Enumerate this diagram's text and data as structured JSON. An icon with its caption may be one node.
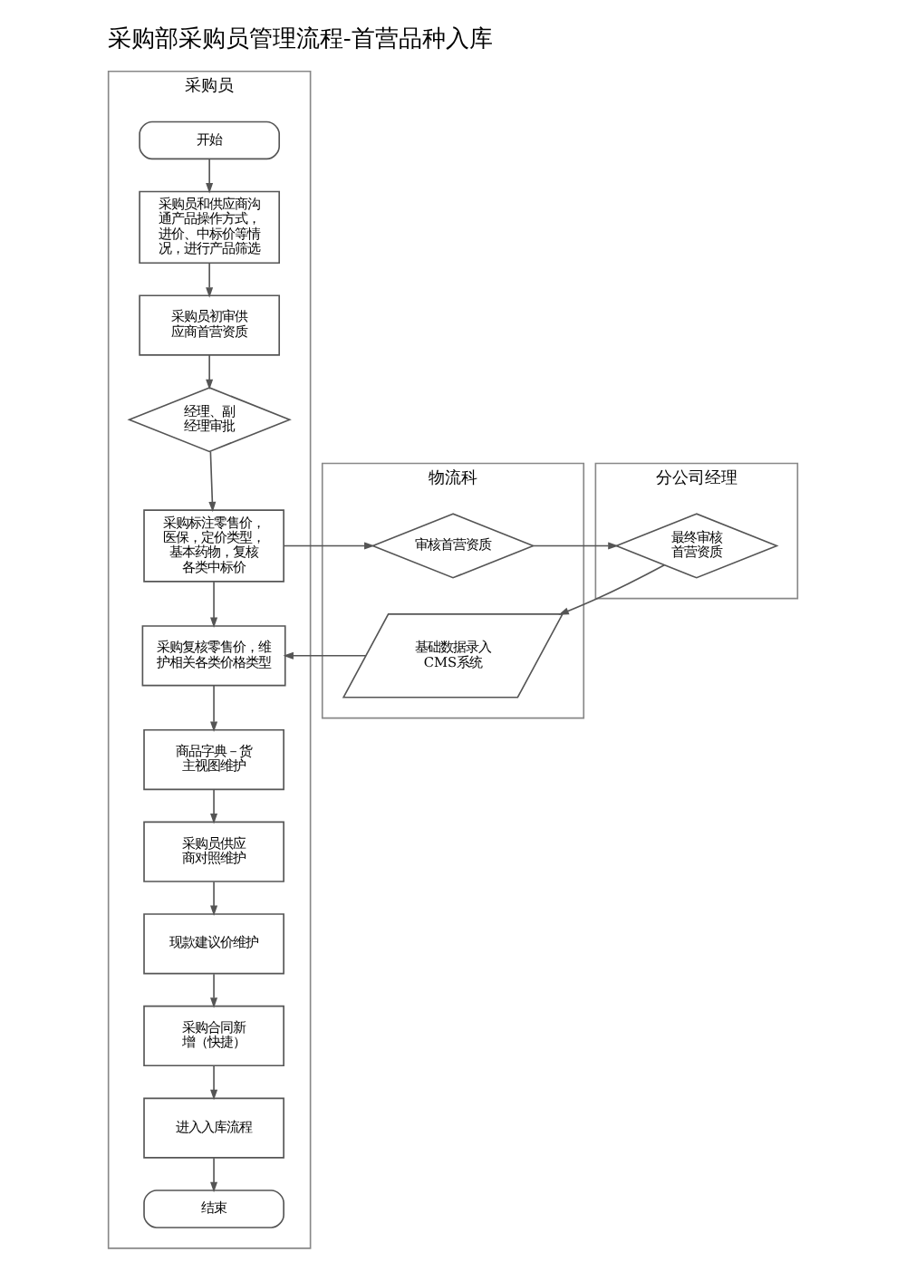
{
  "diagram": {
    "title": "采购部采购员管理流程-首营品种入库",
    "nodes": [
      {
        "text": [
          "采购员"
        ]
      },
      {
        "text": [
          "物流科"
        ]
      },
      {
        "text": [
          "分公司经理"
        ]
      },
      {
        "text": [
          "开始"
        ],
        "in": 0
      },
      {
        "text": [
          "采购员和供应商沟通产品操作方式，进价、中标价等情况，进行产品筛选"
        ],
        "in": 0
      },
      {
        "text": [
          "采购员初审供应商首营资质"
        ],
        "in": 0
      },
      {
        "text": [
          "经理、副经理审批"
        ],
        "in": 0
      },
      {
        "text": [
          "采购标注零售价，医保，定价类型，基本药物，复核各类中标价"
        ],
        "in": 0
      },
      {
        "text": [
          "审核首营资质"
        ],
        "in": 1
      },
      {
        "text": [
          "最终审核首营资质"
        ],
        "in": 2
      },
      {
        "text": [
          "基础数据录入CMS系统"
        ],
        "in": 1
      },
      {
        "text": [
          "采购复核零售价，维护相关各类价格类型"
        ],
        "in": 0
      },
      {
        "text": [
          "商品字典－货主视图维护"
        ],
        "in": 0
      },
      {
        "text": [
          "采购员供应商对照维护"
        ],
        "in": 0
      },
      {
        "text": [
          "现款建议价维护"
        ],
        "in": 0
      },
      {
        "text": [
          "采购合同新增（快捷）"
        ],
        "in": 0
      },
      {
        "text": [
          "进入入库流程"
        ],
        "in": 0
      },
      {
        "text": [
          "结束"
        ],
        "in": 0
      }
    ],
    "edges": [
      {
        "from": 3,
        "to": 4,
        "arrow": "to"
      },
      {
        "from": 4,
        "to": 5,
        "arrow": "to"
      },
      {
        "from": 5,
        "to": 6,
        "arrow": "to"
      },
      {
        "from": 6,
        "to": 7,
        "arrow": "to"
      },
      {
        "from": 7,
        "to": 8,
        "arrow": "to"
      },
      {
        "from": 8,
        "to": 9,
        "arrow": "to"
      },
      {
        "from": 9,
        "to": 10,
        "arrow": "to"
      },
      {
        "from": 10,
        "to": 11,
        "arrow": "to"
      },
      {
        "from": 7,
        "to": 11,
        "arrow": "to"
      },
      {
        "from": 11,
        "to": 12,
        "arrow": "to"
      },
      {
        "from": 12,
        "to": 13,
        "arrow": "to"
      },
      {
        "from": 13,
        "to": 14,
        "arrow": "to"
      },
      {
        "from": 14,
        "to": 15,
        "arrow": "to"
      },
      {
        "from": 15,
        "to": 16,
        "arrow": "to"
      },
      {
        "from": 16,
        "to": 17,
        "arrow": "to"
      }
    ]
  }
}
